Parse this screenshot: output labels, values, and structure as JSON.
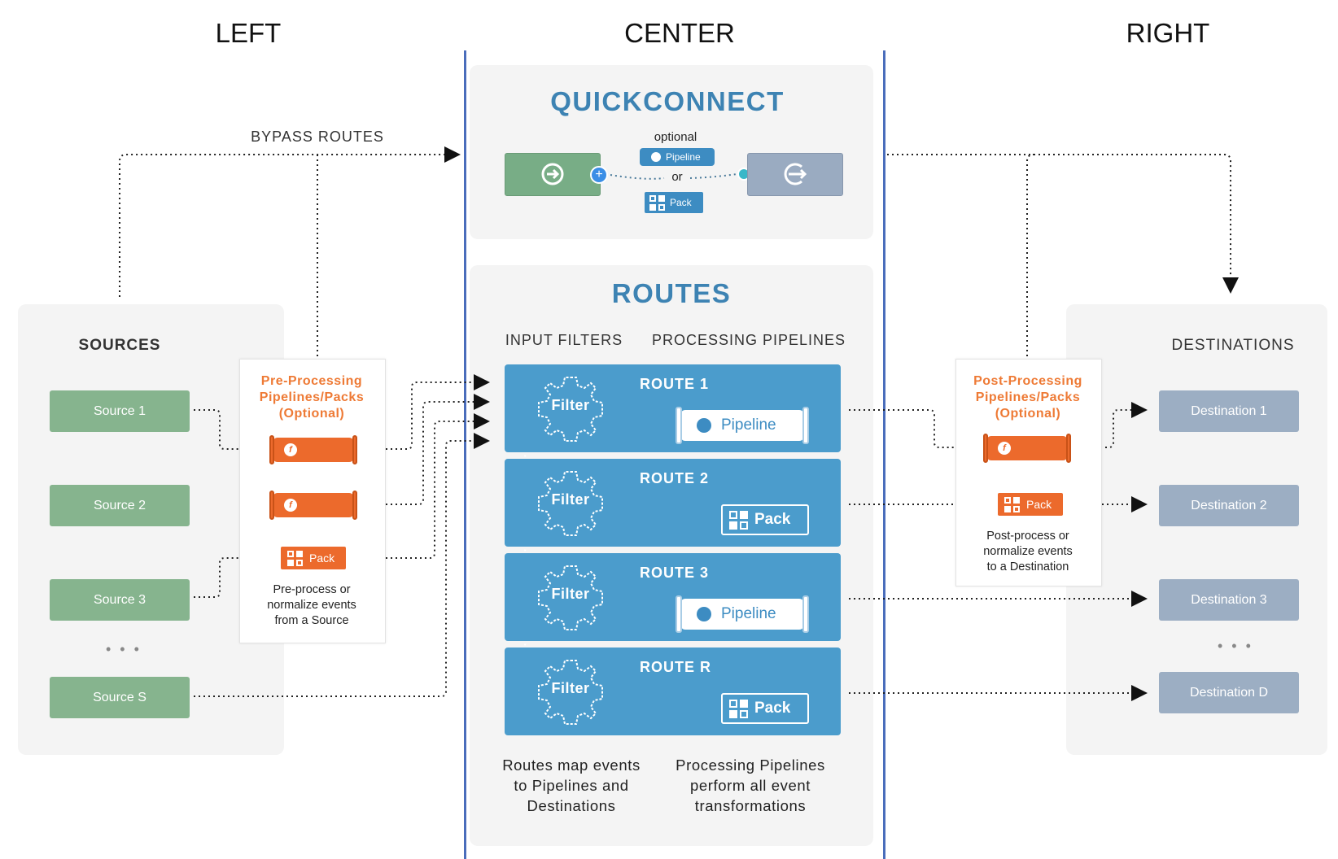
{
  "columns": {
    "left": "LEFT",
    "center": "CENTER",
    "right": "RIGHT"
  },
  "bypass_label": "BYPASS ROUTES",
  "sources": {
    "title": "SOURCES",
    "items": [
      "Source 1",
      "Source 2",
      "Source 3",
      "Source S"
    ],
    "ellipsis": "• • •"
  },
  "pre_processing": {
    "title": "Pre-Processing\nPipelines/Packs\n(Optional)",
    "pack_label": "Pack",
    "note": "Pre-process or\nnormalize events\nfrom a Source"
  },
  "quickconnect": {
    "title": "QUICKCONNECT",
    "optional_label": "optional",
    "pipeline_label": "Pipeline",
    "or_label": "or",
    "pack_label": "Pack"
  },
  "routes": {
    "title": "ROUTES",
    "input_filters_label": "INPUT FILTERS",
    "processing_pipelines_label": "PROCESSING PIPELINES",
    "filter_label": "Filter",
    "items": [
      {
        "title": "ROUTE 1",
        "target": "Pipeline"
      },
      {
        "title": "ROUTE 2",
        "target": "Pack"
      },
      {
        "title": "ROUTE 3",
        "target": "Pipeline"
      },
      {
        "title": "ROUTE R",
        "target": "Pack"
      }
    ],
    "caption_left": "Routes map events\nto Pipelines and\nDestinations",
    "caption_right": "Processing Pipelines\nperform all event\ntransformations"
  },
  "post_processing": {
    "title": "Post-Processing\nPipelines/Packs\n(Optional)",
    "pack_label": "Pack",
    "note": "Post-process or\nnormalize events\nto a Destination"
  },
  "destinations": {
    "title": "DESTINATIONS",
    "items": [
      "Destination 1",
      "Destination 2",
      "Destination 3",
      "Destination D"
    ],
    "ellipsis": "• • •"
  },
  "colors": {
    "divider": "#4a6dbb",
    "section_title": "#3d83b3",
    "source": "#86b48e",
    "destination": "#9caec3",
    "route": "#4b9ccc",
    "orange": "#ec6a2c"
  }
}
